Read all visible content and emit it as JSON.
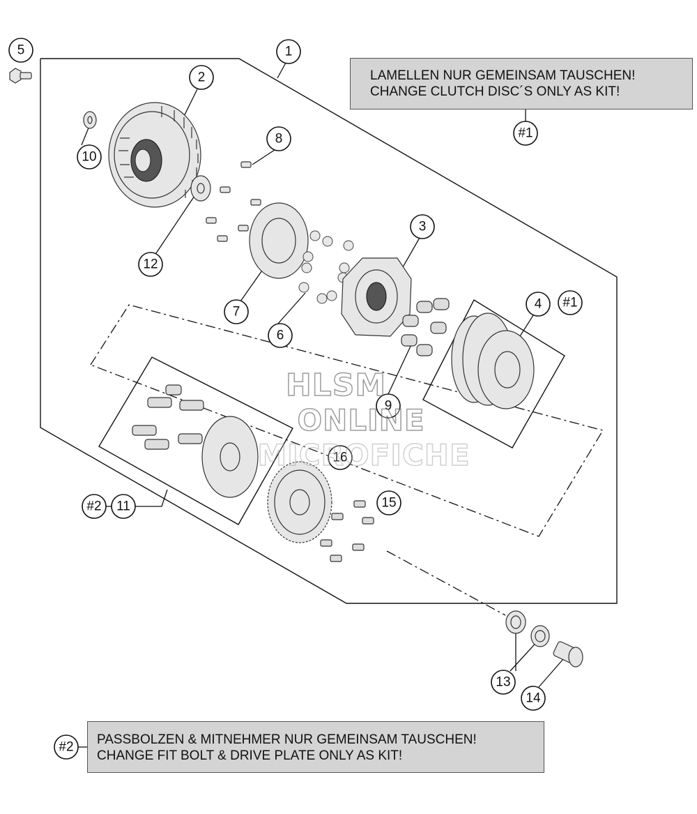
{
  "notes": {
    "clutch_kit": {
      "line1": "LAMELLEN NUR GEMEINSAM TAUSCHEN!",
      "line2": "CHANGE CLUTCH DISC´S ONLY AS KIT!"
    },
    "drive_plate_kit": {
      "line1": "PASSBOLZEN & MITNEHMER NUR GEMEINSAM TAUSCHEN!",
      "line2": "CHANGE FIT BOLT & DRIVE PLATE ONLY AS KIT!"
    }
  },
  "watermark": {
    "line1": "HLSM",
    "line2": "ONLINE",
    "line3": "MICROFICHE"
  },
  "callouts": [
    {
      "label": "1"
    },
    {
      "label": "2"
    },
    {
      "label": "3"
    },
    {
      "label": "4"
    },
    {
      "label": "5"
    },
    {
      "label": "6"
    },
    {
      "label": "7"
    },
    {
      "label": "8"
    },
    {
      "label": "9"
    },
    {
      "label": "10"
    },
    {
      "label": "11"
    },
    {
      "label": "12"
    },
    {
      "label": "13"
    },
    {
      "label": "14"
    },
    {
      "label": "15"
    },
    {
      "label": "16"
    },
    {
      "label": "#1"
    },
    {
      "label": "#1"
    },
    {
      "label": "#2"
    },
    {
      "label": "#2"
    }
  ]
}
